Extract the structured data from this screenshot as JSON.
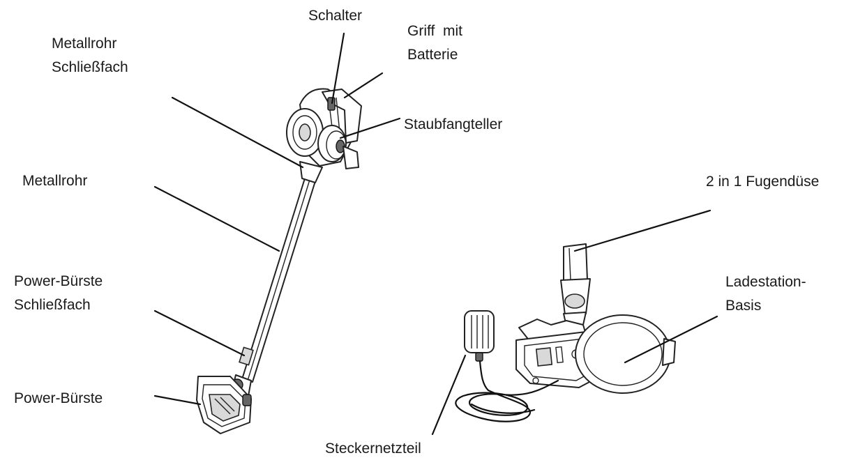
{
  "labels": {
    "schalter": "Schalter",
    "griff": [
      "Griff  mit",
      "Batterie"
    ],
    "metallrohr_schliessfach": [
      "Metallrohr",
      "Schließfach"
    ],
    "staubfangteller": "Staubfangteller",
    "metallrohr": "Metallrohr",
    "fugenduese": "2 in 1 Fugendüse",
    "power_buerste_schliessfach": [
      "Power-Bürste",
      "Schließfach"
    ],
    "ladestation": [
      "Ladestation-",
      "Basis"
    ],
    "power_buerste": "Power-Bürste",
    "steckernetzteil": "Steckernetzteil"
  }
}
